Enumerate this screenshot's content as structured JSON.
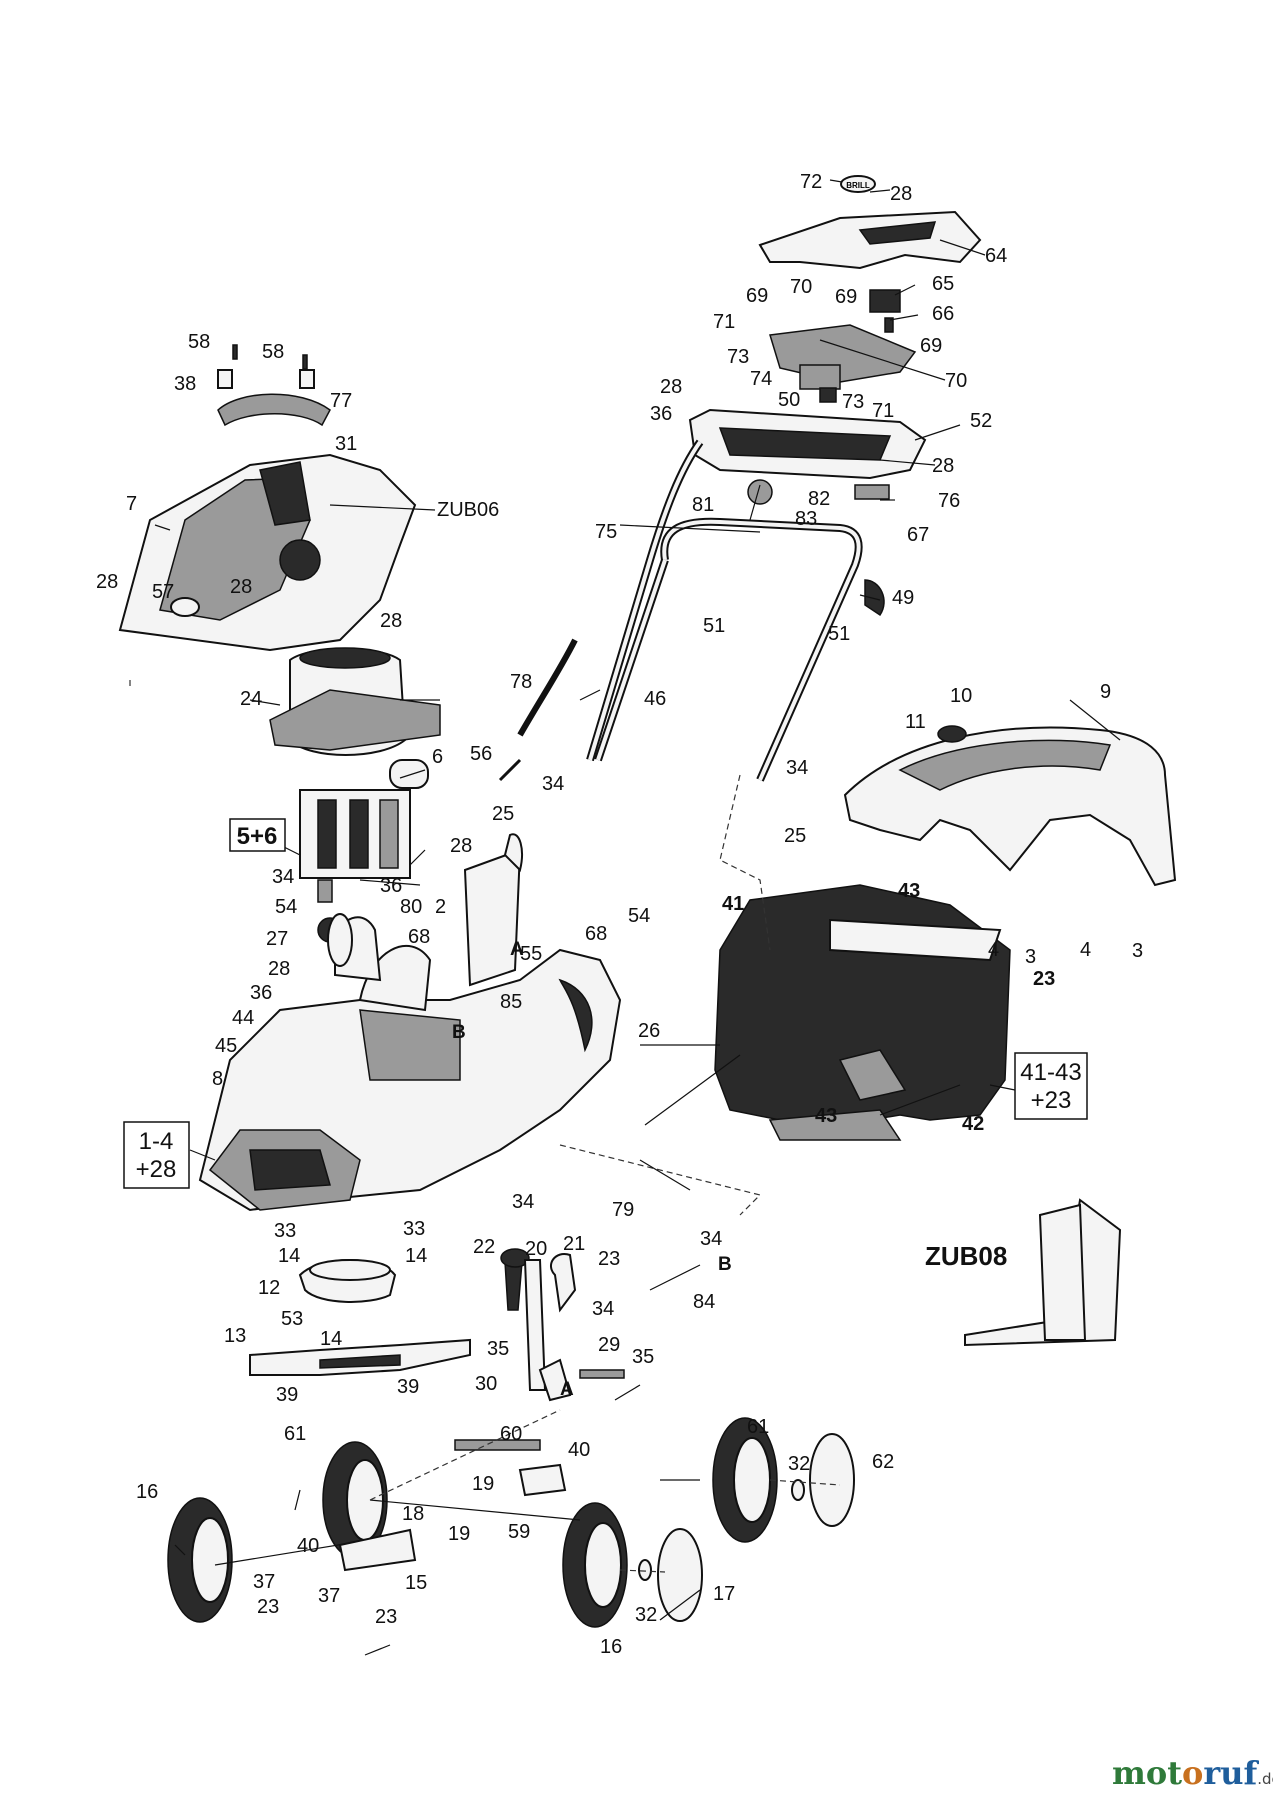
{
  "brand_badge": "BRILL",
  "labels": {
    "p72": "72",
    "p28a": "28",
    "p64": "64",
    "p65": "65",
    "p66": "66",
    "p69a": "69",
    "p70a": "70",
    "p69b": "69",
    "p71a": "71",
    "p69c": "69",
    "p73a": "73",
    "p70b": "70",
    "p74": "74",
    "p28b": "28",
    "p50": "50",
    "p73b": "73",
    "p71b": "71",
    "p36a": "36",
    "p52": "52",
    "p28c": "28",
    "p76": "76",
    "p81": "81",
    "p82": "82",
    "p83": "83",
    "p75": "75",
    "p67": "67",
    "p51a": "51",
    "p51b": "51",
    "p49": "49",
    "p58a": "58",
    "p58b": "58",
    "p38": "38",
    "p77": "77",
    "p31": "31",
    "p7": "7",
    "zub06": "ZUB06",
    "p28d": "28",
    "p57": "57",
    "p28e": "28",
    "p28f": "28",
    "p24": "24",
    "p78": "78",
    "p46": "46",
    "p6": "6",
    "p56": "56",
    "p34a": "34",
    "p34b": "34",
    "p10": "10",
    "p11": "11",
    "p9": "9",
    "p25a": "25",
    "p25b": "25",
    "p28g": "28",
    "p34c": "34",
    "p36b": "36",
    "p54a": "54",
    "p80": "80",
    "p2": "2",
    "refA1": "A",
    "p27": "27",
    "p68a": "68",
    "p68b": "68",
    "p54b": "54",
    "p55": "55",
    "p28h": "28",
    "p36c": "36",
    "p44": "44",
    "p45": "45",
    "p8": "8",
    "p85": "85",
    "refB1": "B",
    "p26": "26",
    "p43a": "43",
    "p41": "41",
    "p4a": "4",
    "p3a": "3",
    "p4b": "4",
    "p3b": "3",
    "p23a": "23",
    "p43b": "43",
    "p42": "42",
    "p34d": "34",
    "p79": "79",
    "p33a": "33",
    "p33b": "33",
    "p14a": "14",
    "p14b": "14",
    "p12": "12",
    "p53": "53",
    "p14c": "14",
    "p13": "13",
    "p39a": "39",
    "p39b": "39",
    "p22": "22",
    "p20": "20",
    "p21": "21",
    "p23b": "23",
    "p34e": "34",
    "p34f": "34",
    "refB2": "B",
    "p84": "84",
    "p35a": "35",
    "p29": "29",
    "p35b": "35",
    "p30": "30",
    "refA2": "A",
    "zub08": "ZUB08",
    "p61a": "61",
    "p60": "60",
    "p40a": "40",
    "p19a": "19",
    "p61b": "61",
    "p32a": "32",
    "p62": "62",
    "p16a": "16",
    "p18": "18",
    "p59": "59",
    "p40b": "40",
    "p19b": "19",
    "p15": "15",
    "p37a": "37",
    "p23c": "23",
    "p37b": "37",
    "p23d": "23",
    "p32b": "32",
    "p17": "17",
    "p16b": "16"
  },
  "kits": {
    "k56": "5+6",
    "k14_l1": "1-4",
    "k14_l2": "+28",
    "k4143_l1": "41-43",
    "k4143_l2": "+23"
  },
  "watermark": {
    "m1": "mot",
    "m2": "o",
    "m3": "ruf",
    "dom": ".de"
  }
}
